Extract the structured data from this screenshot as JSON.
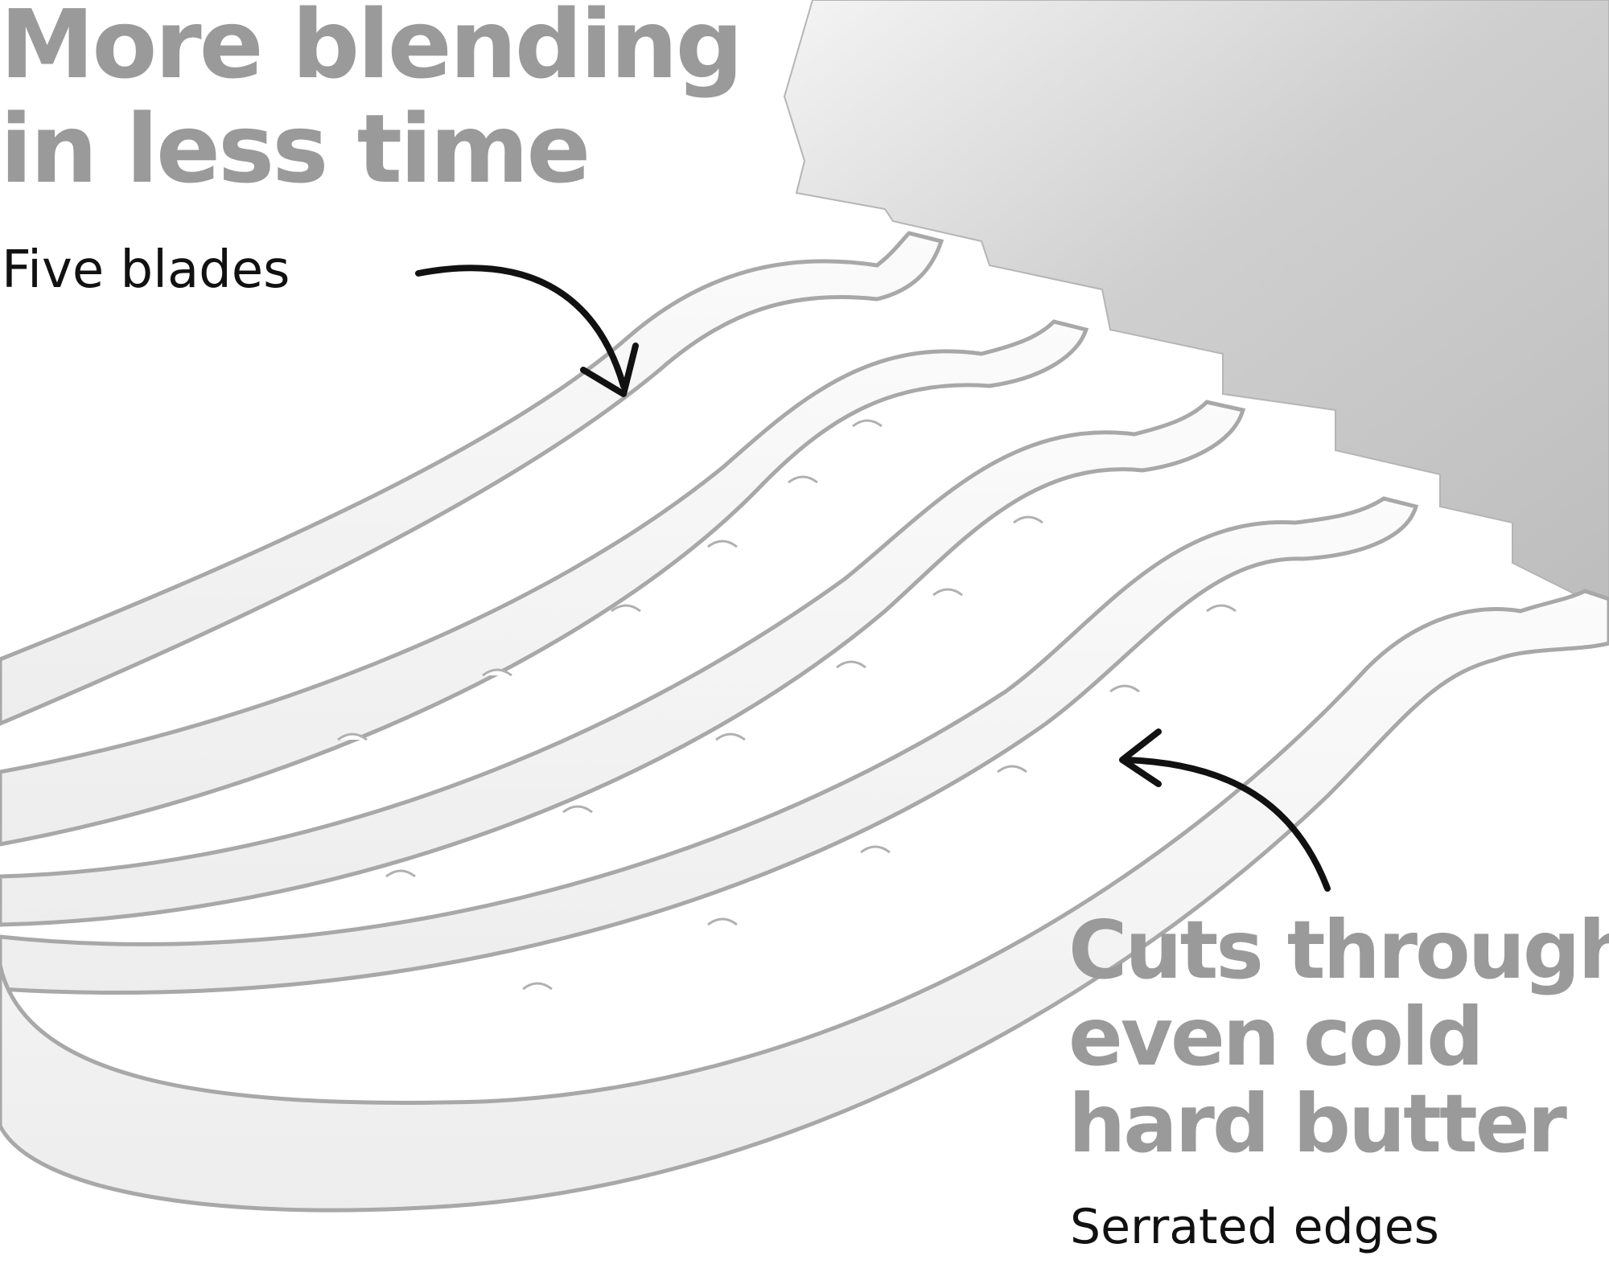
{
  "headline_top": {
    "line1": "More blending",
    "line2": "in less time"
  },
  "caption_blades": "Five blades",
  "headline_bottom": {
    "line1": "Cuts through",
    "line2": "even cold",
    "line3": "hard butter"
  },
  "caption_edges": "Serrated edges",
  "colors": {
    "headline": "#9a9a9a",
    "caption": "#111111",
    "steel": "#d8d8d8",
    "background": "#ffffff"
  }
}
